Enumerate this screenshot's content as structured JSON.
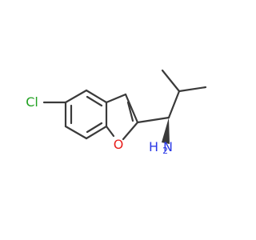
{
  "molecule": {
    "atoms": {
      "cl": {
        "symbol": "Cl",
        "color": "#21a121"
      },
      "o": {
        "symbol": "O",
        "color": "#e8201d"
      },
      "n": {
        "symbol": "N",
        "color": "#2b39e6"
      },
      "h2": {
        "symbol": "H",
        "subscript": "2",
        "color": "#2b39e6"
      }
    },
    "stereo": "wedge",
    "bond_color": "#3a3a3a"
  }
}
